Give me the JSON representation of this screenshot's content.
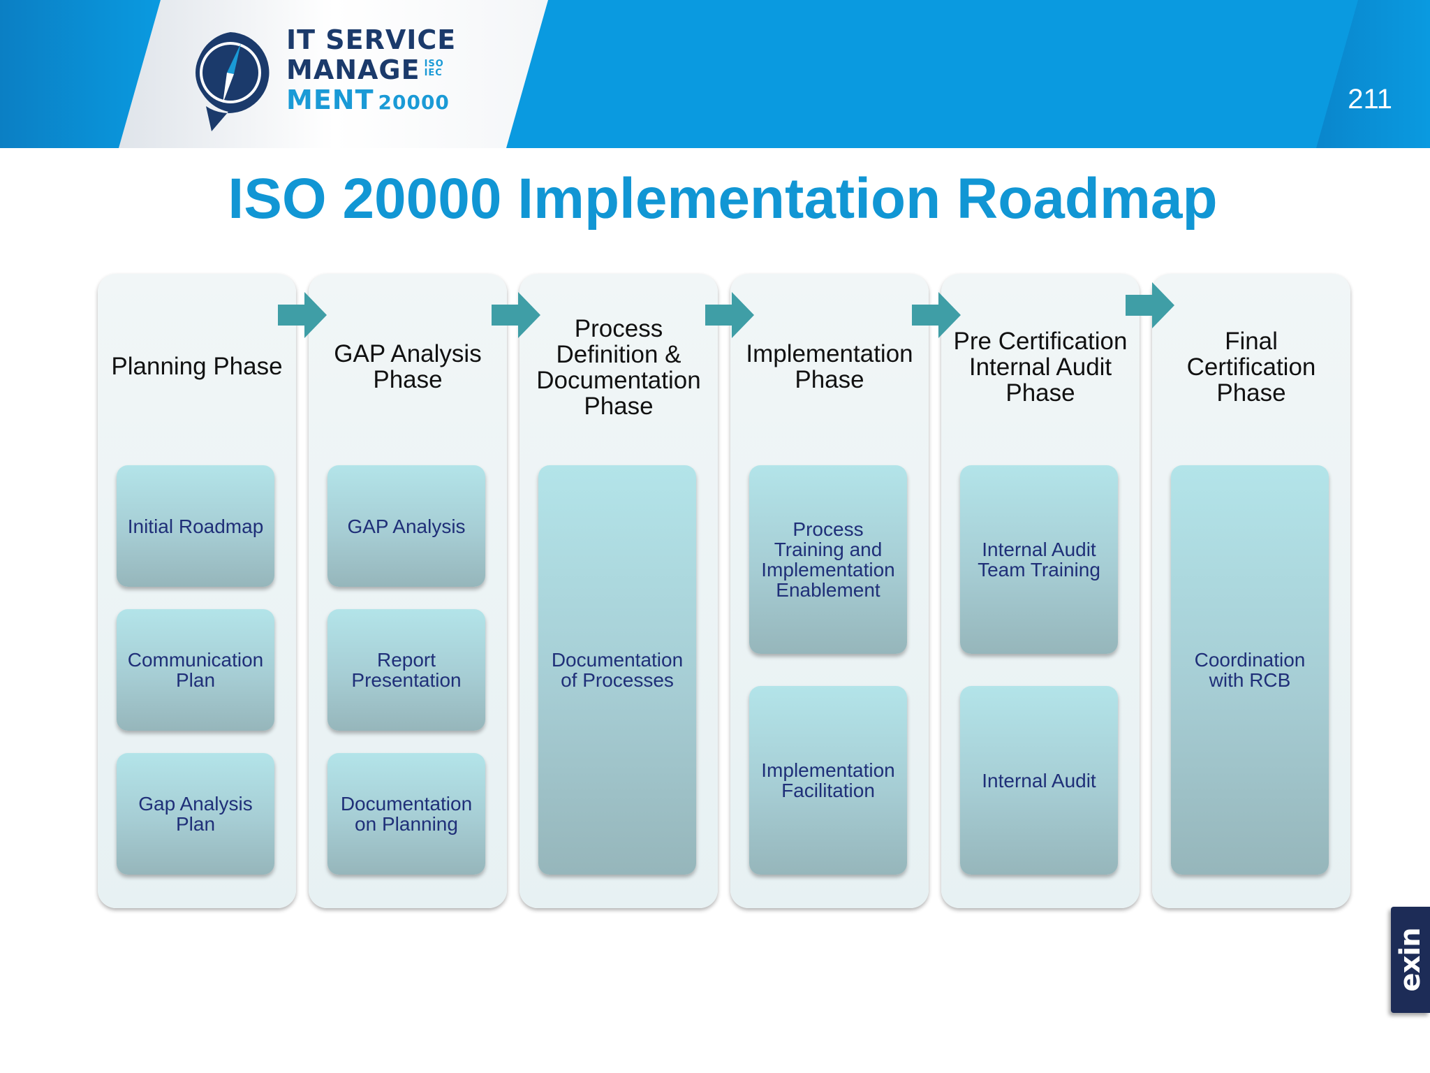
{
  "header": {
    "logo": {
      "line1": "IT SERVICE",
      "line2": "MANAGE",
      "line3": "MENT",
      "iso": "ISO",
      "iec": "IEC",
      "number": "20000"
    },
    "page_number": "211"
  },
  "title": "ISO 20000 Implementation Roadmap",
  "phases": [
    {
      "title": "Planning Phase",
      "items": [
        "Initial Roadmap",
        "Communication\nPlan",
        "Gap Analysis\nPlan"
      ]
    },
    {
      "title": "GAP Analysis\nPhase",
      "items": [
        "GAP Analysis",
        "Report\nPresentation",
        "Documentation\non Planning"
      ]
    },
    {
      "title": "Process\nDefinition  &\nDocumentation\nPhase",
      "items": [
        "Documentation\nof Processes"
      ]
    },
    {
      "title": "Implementation\nPhase",
      "items": [
        "Process\nTraining and\nImplementation\nEnablement",
        "Implementation\nFacilitation"
      ]
    },
    {
      "title": "Pre Certification\nInternal Audit\nPhase",
      "items": [
        "Internal Audit\nTeam Training",
        "Internal  Audit"
      ]
    },
    {
      "title": "Final\nCertification\nPhase",
      "items": [
        "Coordination\nwith RCB"
      ]
    }
  ],
  "badge": {
    "text": "exin"
  },
  "colors": {
    "header_blue": "#0a9ae0",
    "title_blue": "#1196d4",
    "arrow_teal": "#3f9ea6",
    "item_text": "#1f2f78"
  }
}
